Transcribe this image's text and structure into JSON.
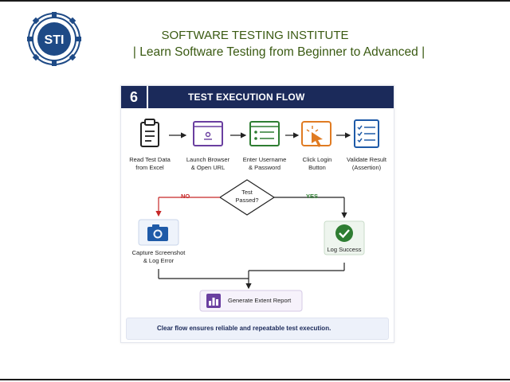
{
  "logo": {
    "text": "STI",
    "icon": "sti-gear-logo"
  },
  "institute": {
    "title": "SOFTWARE TESTING INSTITUTE",
    "subtitle": "|  Learn Software Testing from Beginner to Advanced  |"
  },
  "card": {
    "number": "6",
    "title": "TEST EXECUTION FLOW",
    "steps": [
      {
        "line1": "Read Test Data",
        "line2": "from Excel",
        "icon": "clipboard-icon"
      },
      {
        "line1": "Launch Browser",
        "line2": "& Open URL",
        "icon": "browser-window-icon"
      },
      {
        "line1": "Enter Username",
        "line2": "& Password",
        "icon": "login-form-icon"
      },
      {
        "line1": "Click Login",
        "line2": "Button",
        "icon": "click-hand-icon"
      },
      {
        "line1": "Validate Result",
        "line2": "(Assertion)",
        "icon": "checklist-icon"
      }
    ],
    "decision": {
      "line1": "Test",
      "line2": "Passed?"
    },
    "no_label": "NO",
    "yes_label": "YES",
    "fail_box": {
      "line1": "Capture Screenshot",
      "line2": "& Log Error",
      "icon": "camera-icon"
    },
    "pass_box": {
      "label": "Log Success",
      "icon": "check-circle-icon"
    },
    "report": {
      "label": "Generate Extent Report",
      "icon": "bar-chart-icon"
    },
    "footer": {
      "text": "Clear flow ensures reliable and repeatable test execution.",
      "icon": "star-icon"
    },
    "colors": {
      "navy": "#1b2a5a",
      "purple": "#6a3fa0",
      "green": "#2e7d32",
      "orange": "#e07b22",
      "blue": "#1e5aa8",
      "red": "#c62828"
    }
  }
}
